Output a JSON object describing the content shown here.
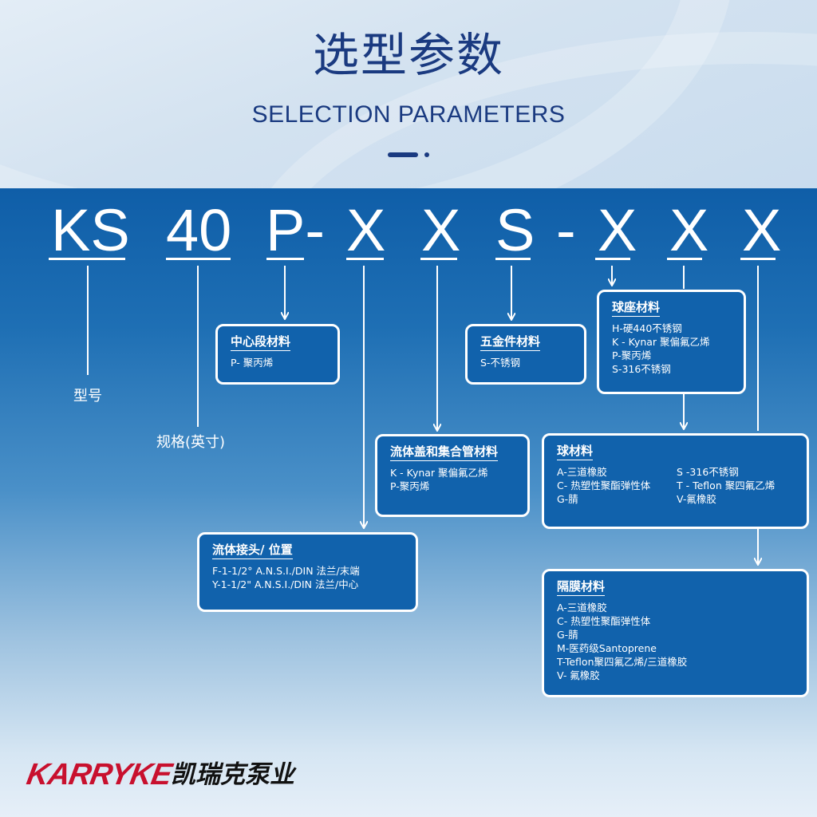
{
  "title": {
    "cn": "选型参数",
    "en": "SELECTION PARAMETERS"
  },
  "code": [
    "KS",
    "40",
    "P-",
    "X",
    "X",
    "S",
    "-",
    "X",
    "X",
    "X"
  ],
  "labels": {
    "model": "型号",
    "size": "规格(英寸)"
  },
  "boxes": {
    "center": {
      "title": "中心段材料",
      "lines": [
        "P- 聚丙烯"
      ]
    },
    "hardware": {
      "title": "五金件材料",
      "lines": [
        "S-不锈钢"
      ]
    },
    "seat": {
      "title": "球座材料",
      "lines": [
        "H-硬440不锈钢",
        "K - Kynar 聚偏氟乙烯",
        "P-聚丙烯",
        "S-316不锈钢"
      ]
    },
    "cap": {
      "title": "流体盖和集合管材料",
      "lines": [
        "K - Kynar 聚偏氟乙烯",
        "P-聚丙烯"
      ]
    },
    "ball": {
      "title": "球材料",
      "col1": [
        "A-三道橡胶",
        "C- 热塑性聚酯弹性体",
        "G-腈"
      ],
      "col2": [
        "S -316不锈钢",
        "T - Teflon 聚四氟乙烯",
        "V-氟橡胶"
      ]
    },
    "conn": {
      "title": "流体接头/ 位置",
      "lines": [
        "F-1-1/2° A.N.S.I./DIN 法兰/末端",
        "Y-1-1/2\" A.N.S.I./DIN 法兰/中心"
      ]
    },
    "diaphragm": {
      "title": "隔膜材料",
      "lines": [
        "A-三道橡胶",
        "C- 热塑性聚酯弹性体",
        "G-腈",
        "M-医药级Santoprene",
        "T-Teflon聚四氟乙烯/三道橡胶",
        "V- 氟橡胶"
      ]
    }
  },
  "brand": {
    "en": "KARRYKE",
    "cn": "凯瑞克泵业"
  },
  "colors": {
    "title": "#1a3a80",
    "panel": "#1162ac",
    "brand_red": "#c8102e"
  }
}
